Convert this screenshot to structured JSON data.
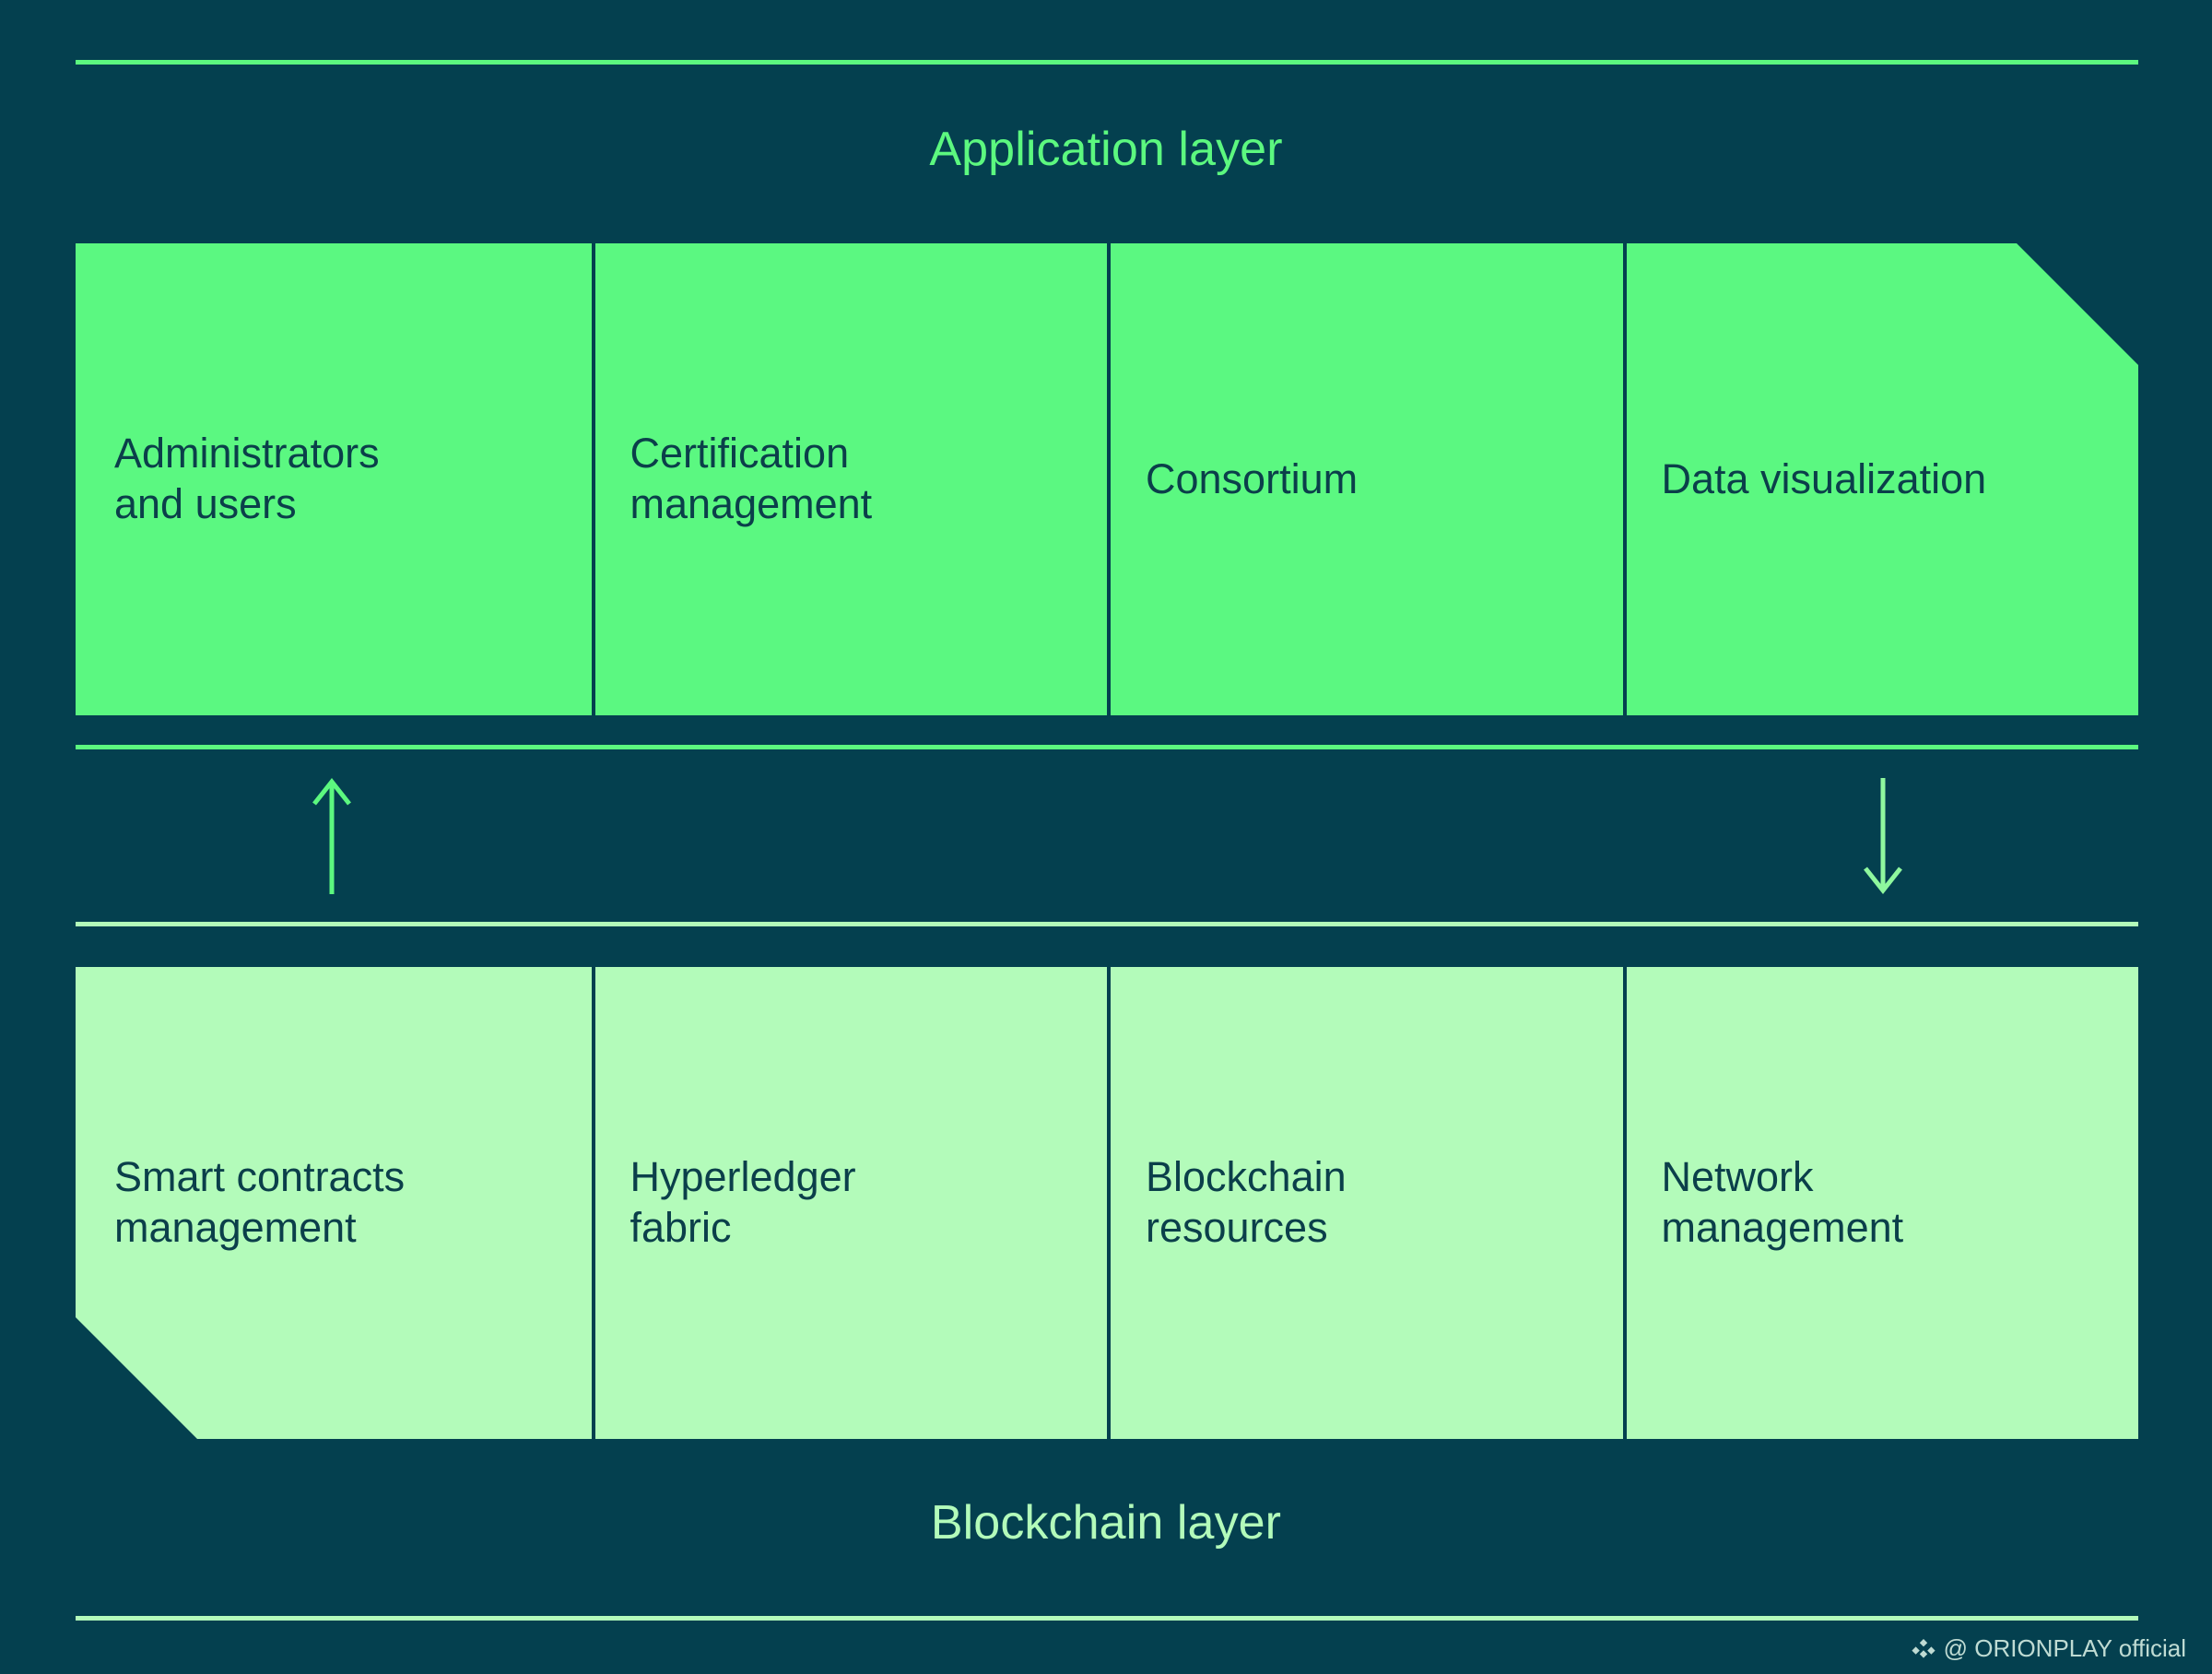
{
  "diagram": {
    "background_color": "#04404f",
    "accent_bright": "#5cf87f",
    "accent_pale": "#b3fbba",
    "text_on_box_color": "#0b3f4a",
    "layers": [
      {
        "id": "application",
        "caption": "Application layer",
        "caption_position": "top",
        "fill_color": "#5bf881",
        "notch": "top-right",
        "cells": [
          {
            "label": "Administrators\nand users"
          },
          {
            "label": "Certification\nmanagement"
          },
          {
            "label": "Consortium"
          },
          {
            "label": "Data visualization"
          }
        ]
      },
      {
        "id": "blockchain",
        "caption": "Blockchain layer",
        "caption_position": "bottom",
        "fill_color": "#b3fbba",
        "notch": "bottom-left",
        "cells": [
          {
            "label": "Smart contracts\nmanagement"
          },
          {
            "label": "Hyperledger\nfabric"
          },
          {
            "label": "Blockchain\nresources"
          },
          {
            "label": "Network\nmanagement"
          }
        ]
      }
    ],
    "connectors": [
      {
        "id": "upward",
        "direction": "up",
        "color": "#5cf87f"
      },
      {
        "id": "downward",
        "direction": "down",
        "color": "#8ff79e"
      }
    ]
  },
  "watermark": {
    "handle": "@ ORIONPLAY official",
    "logo_icon": "diamond-cluster-icon"
  }
}
